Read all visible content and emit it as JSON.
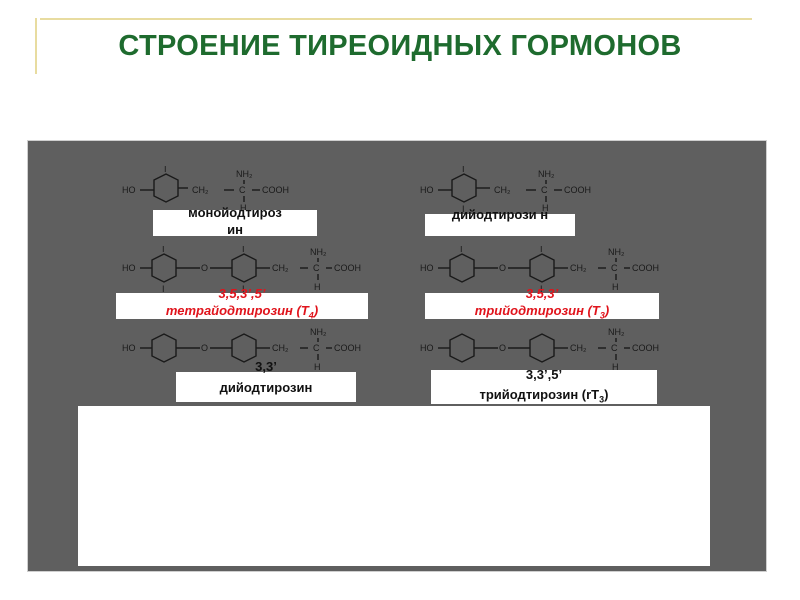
{
  "slide": {
    "title": "СТРОЕНИЕ ТИРЕОИДНЫХ ГОРМОНОВ"
  },
  "compounds": {
    "mit": {
      "label": "монойодтироз ин"
    },
    "dit": {
      "label": "дийодтирози н"
    },
    "t4": {
      "line1": "3,5,3’,5’",
      "line2": "тетрайодтирозин (Т",
      "sub": "4",
      "close": ")"
    },
    "t3": {
      "line1": "3,5,3’",
      "line2": "трийодтирозин (Т",
      "sub": "3",
      "close": ")"
    },
    "dit33": {
      "line1": "3,3’",
      "line2": "дийодтирозин"
    },
    "rt3": {
      "line1": "3,3’,5’",
      "line2": "трийодтирозин (rТ",
      "sub": "3",
      "close": ")"
    }
  },
  "formula_text": {
    "ho": "HO",
    "i": "I",
    "ch2": "CH₂",
    "nh2": "NH₂",
    "c": "C",
    "cooh": "COOH",
    "h": "H",
    "o": "O"
  },
  "colors": {
    "title": "#1e6b2e",
    "panel": "#5f5f5f",
    "label_red": "#e0141c"
  }
}
